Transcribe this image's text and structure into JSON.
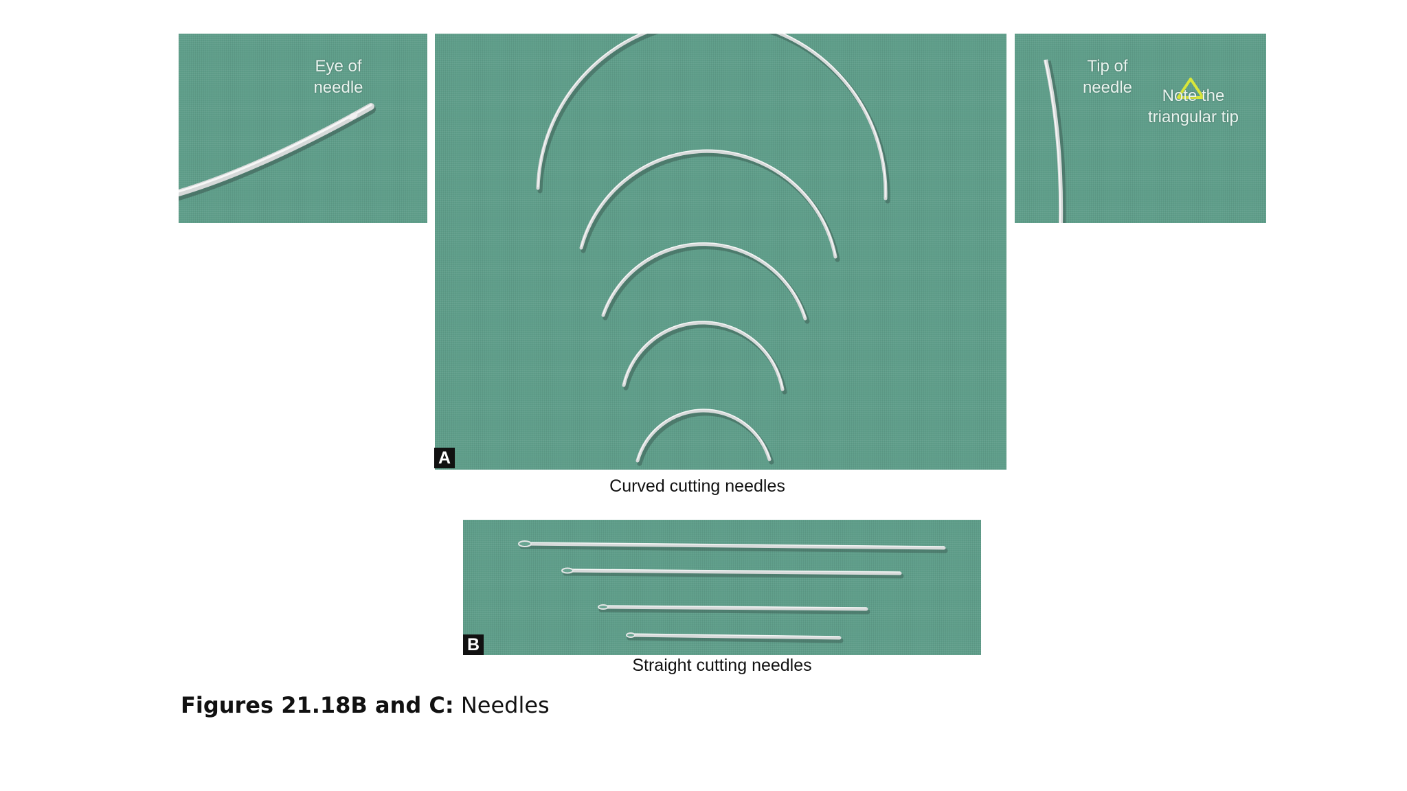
{
  "figure": {
    "label": "Figures 21.18B and C:",
    "title": "Needles"
  },
  "panels": {
    "eye": {
      "label": "Eye of\nneedle"
    },
    "tip": {
      "label": "Tip of\nneedle",
      "note": "Note the\ntriangular tip",
      "triangle_color": "#d8e63a"
    },
    "curved": {
      "badge": "A",
      "caption": "Curved cutting needles"
    },
    "straight": {
      "badge": "B",
      "caption": "Straight cutting needles"
    }
  },
  "colors": {
    "cloth": "#5f9e8a",
    "needle": "#d9dcdc"
  }
}
